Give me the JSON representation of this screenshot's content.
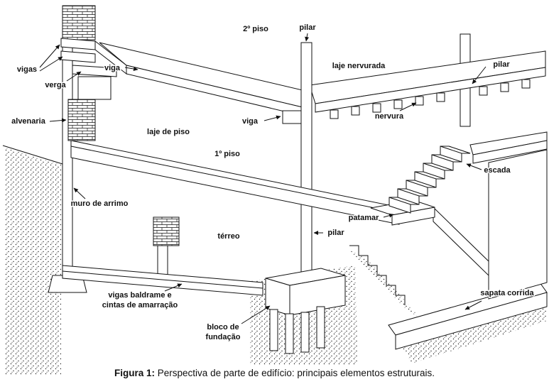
{
  "figure": {
    "caption_label": "Figura 1:",
    "caption_text": " Perspectiva de parte de edifício: principais elementos estruturais."
  },
  "labels": {
    "vigas": "vigas",
    "verga": "verga",
    "viga_superior": "viga",
    "segundo_piso": "2º piso",
    "pilar_superior": "pilar",
    "laje_nervurada": "laje nervurada",
    "pilar_direito": "pilar",
    "alvenaria": "alvenaria",
    "laje_de_piso": "laje de piso",
    "viga_intermediaria": "viga",
    "nervura": "nervura",
    "primeiro_piso": "1º piso",
    "escada": "escada",
    "muro_de_arrimo": "muro de arrimo",
    "patamar": "patamar",
    "terreo": "térreo",
    "pilar_intermediario": "pilar",
    "vigas_baldrame_linha1": "vigas baldrame e",
    "vigas_baldrame_linha2": "cintas de amarração",
    "bloco_fundacao_linha1": "bloco de",
    "bloco_fundacao_linha2": "fundação",
    "sapata_corrida": "sapata corrida"
  }
}
